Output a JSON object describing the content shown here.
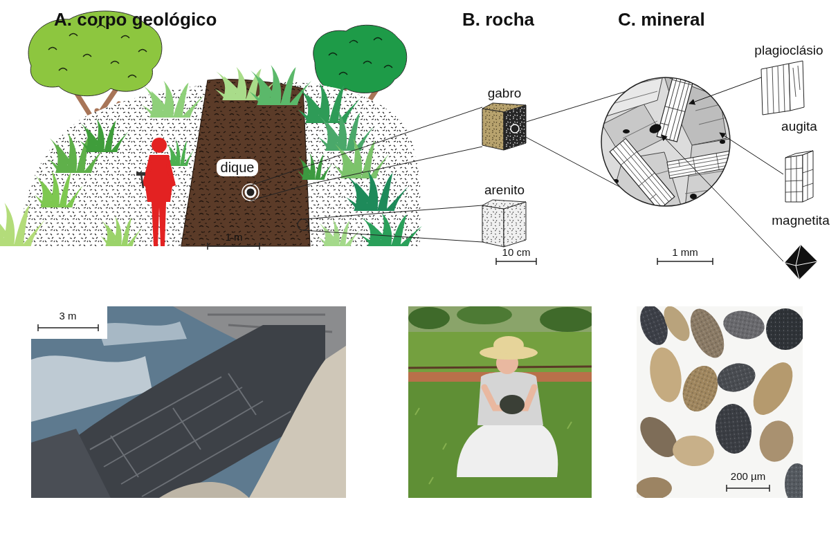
{
  "diagram": {
    "nodes": [
      {
        "text": [
          "dique"
        ]
      },
      {
        "text": [
          "gabro"
        ]
      },
      {
        "text": [
          "arenito"
        ]
      },
      {
        "text": [
          "plagioclásio"
        ]
      },
      {
        "text": [
          "augita"
        ]
      },
      {
        "text": [
          "magnetita"
        ]
      }
    ],
    "edges": [
      {
        "from": 0,
        "to": 1,
        "arrow": "none"
      }
    ],
    "labels": [
      "A. corpo geológico",
      "B. rocha",
      "C. mineral",
      "1 m",
      "10 cm",
      "1 mm",
      "3 m",
      "200 µm"
    ]
  }
}
